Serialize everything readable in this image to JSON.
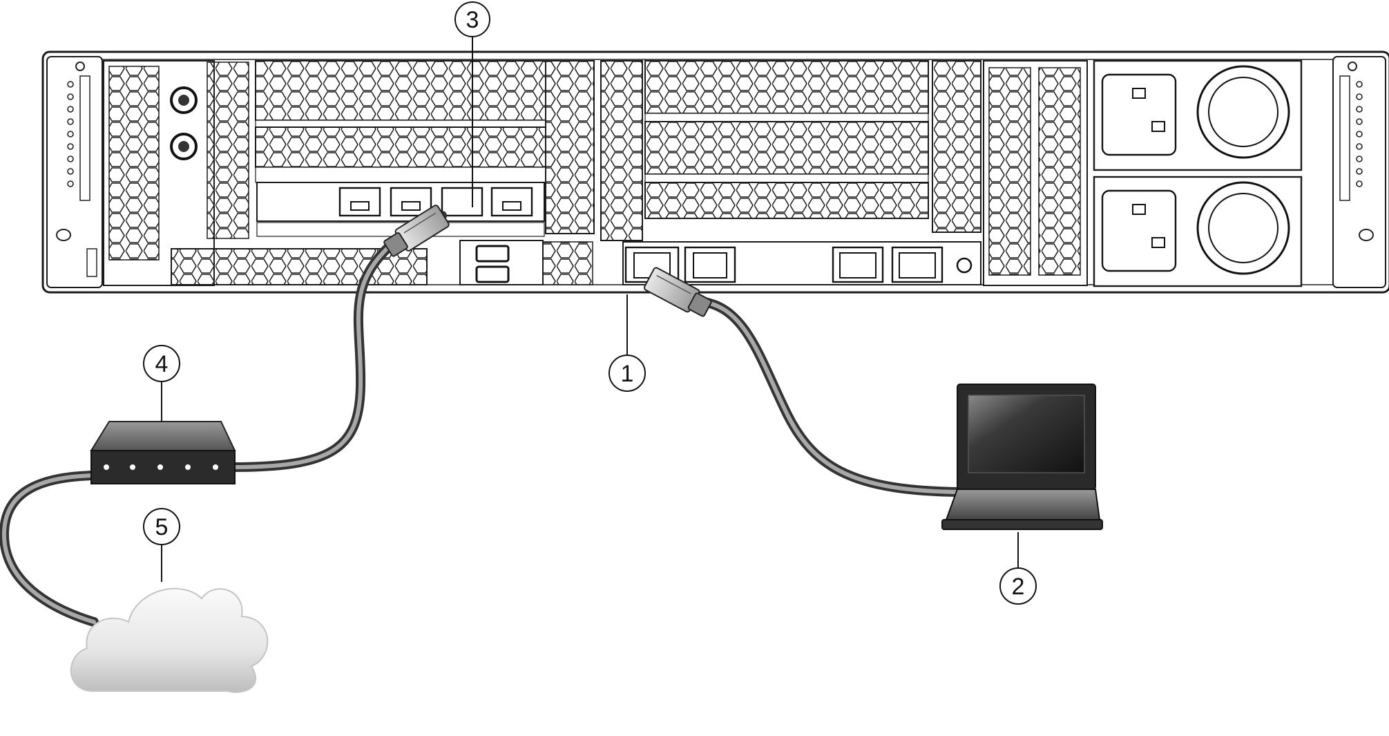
{
  "callouts": [
    {
      "id": "1",
      "label": "1"
    },
    {
      "id": "2",
      "label": "2"
    },
    {
      "id": "3",
      "label": "3"
    },
    {
      "id": "4",
      "label": "4"
    },
    {
      "id": "5",
      "label": "5"
    }
  ],
  "colors": {
    "chassis": "#ffffff",
    "chassis_outline": "#1a1a1a",
    "cable": "#4a4a4a",
    "cable_highlight": "#cfcfcf",
    "device_dark": "#2b2b2b",
    "device_mid": "#6e6e6e",
    "cloud_light": "#f2f2f2",
    "cloud_shadow": "#c9c9c9"
  },
  "icons": {
    "server": "server-rear-panel-icon",
    "laptop": "laptop-icon",
    "switch": "network-switch-icon",
    "cloud": "network-cloud-icon",
    "connector": "rj45-connector-icon"
  }
}
